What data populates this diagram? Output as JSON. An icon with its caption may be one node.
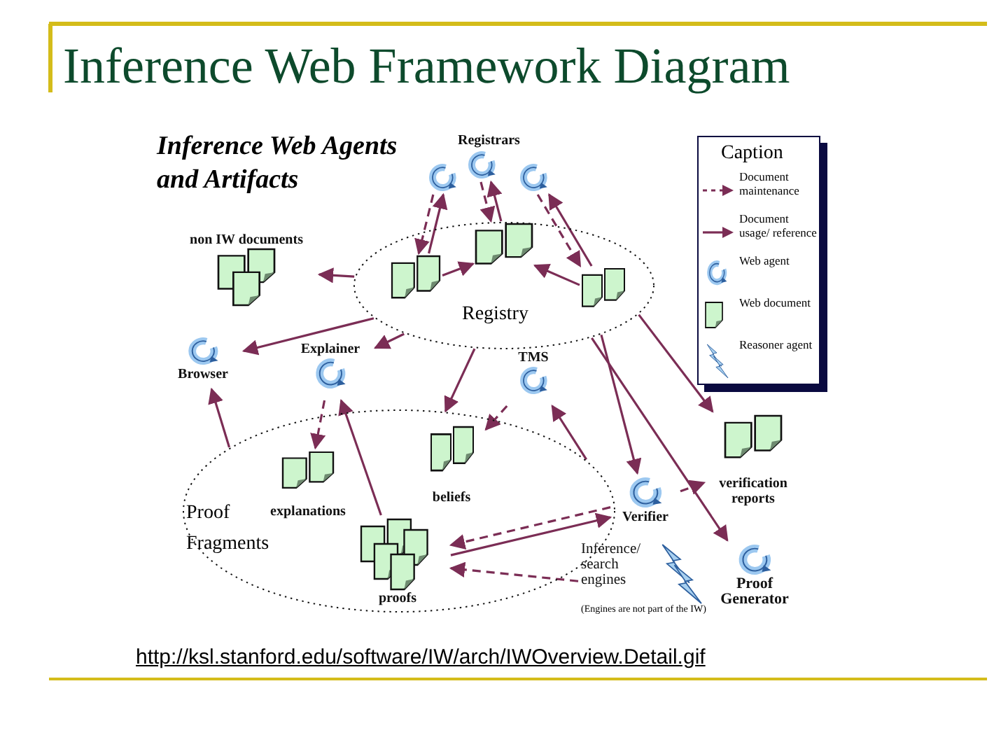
{
  "diagram": {
    "title": "Inference Web Framework Diagram",
    "caption": "http://ksl.stanford.edu/software/IW/arch/IWOverview.Detail.gif",
    "nodes": [
      {
        "text": [
          "Registry"
        ]
      },
      {
        "text": [],
        "shape": "document",
        "in": 0
      },
      {
        "text": [],
        "shape": "document",
        "in": 0
      },
      {
        "text": [],
        "shape": "document",
        "in": 0
      },
      {
        "text": [],
        "shape": "circle"
      },
      {
        "text": [],
        "shape": "circle",
        "beside": [
          "Registrars"
        ]
      },
      {
        "text": [],
        "shape": "circle"
      },
      {
        "text": [
          "non IW documents"
        ]
      },
      {
        "text": [
          "Browser"
        ]
      },
      {
        "text": [
          "Explainer"
        ]
      },
      {
        "text": [
          "TMS"
        ]
      },
      {
        "text": [
          "Proof Fragments"
        ]
      },
      {
        "text": [
          "explanations"
        ],
        "in": 11
      },
      {
        "text": [
          "beliefs"
        ],
        "in": 11
      },
      {
        "text": [
          "proofs"
        ],
        "in": 11
      },
      {
        "text": [
          "Verifier"
        ]
      },
      {
        "text": [
          "verification reports"
        ]
      },
      {
        "text": [
          "Proof Generator"
        ]
      },
      {
        "text": [
          "Inference/ search engines",
          "(Engines are not part of the IW)"
        ]
      }
    ],
    "edges": [
      {
        "from": 1,
        "to": 4,
        "arrow": "to"
      },
      {
        "from": 4,
        "to": 1,
        "arrow": "to",
        "style": "dashed"
      },
      {
        "from": 2,
        "to": 5,
        "arrow": "to"
      },
      {
        "from": 5,
        "to": 2,
        "arrow": "to",
        "style": "dashed"
      },
      {
        "from": 3,
        "to": 6,
        "arrow": "to"
      },
      {
        "from": 6,
        "to": 3,
        "arrow": "to",
        "style": "dashed"
      },
      {
        "from": 1,
        "to": 2,
        "arrow": "to"
      },
      {
        "from": 3,
        "to": 2,
        "arrow": "to"
      },
      {
        "from": 0,
        "to": 7,
        "arrow": "to"
      },
      {
        "from": 0,
        "to": 8,
        "arrow": "to"
      },
      {
        "from": 0,
        "to": 9,
        "arrow": "to"
      },
      {
        "from": 0,
        "to": 11,
        "arrow": "to"
      },
      {
        "from": 11,
        "to": 8,
        "arrow": "to"
      },
      {
        "from": 9,
        "to": 12,
        "arrow": "to",
        "style": "dashed"
      },
      {
        "from": 14,
        "to": 9,
        "arrow": "to"
      },
      {
        "from": 10,
        "to": 13,
        "arrow": "to",
        "style": "dashed"
      },
      {
        "from": 11,
        "to": 10,
        "arrow": "to"
      },
      {
        "from": 0,
        "to": 15,
        "arrow": "to"
      },
      {
        "from": 0,
        "to": 16,
        "arrow": "to"
      },
      {
        "from": 0,
        "to": 17,
        "arrow": "to"
      },
      {
        "from": 15,
        "to": 16,
        "arrow": "to",
        "style": "dashed"
      },
      {
        "from": 14,
        "to": 15,
        "arrow": "to"
      },
      {
        "from": 15,
        "to": 14,
        "arrow": "to",
        "style": "dashed"
      },
      {
        "from": 18,
        "to": 14,
        "arrow": "to",
        "style": "dashed"
      }
    ],
    "labels": [
      "Inference Web Agents and Artifacts",
      "Caption"
    ],
    "legend": [
      {
        "text": "Document maintenance"
      },
      {
        "text": "Document usage/ reference"
      },
      {
        "text": "Web agent"
      },
      {
        "text": "Web document"
      },
      {
        "text": "Reasoner agent"
      }
    ]
  }
}
